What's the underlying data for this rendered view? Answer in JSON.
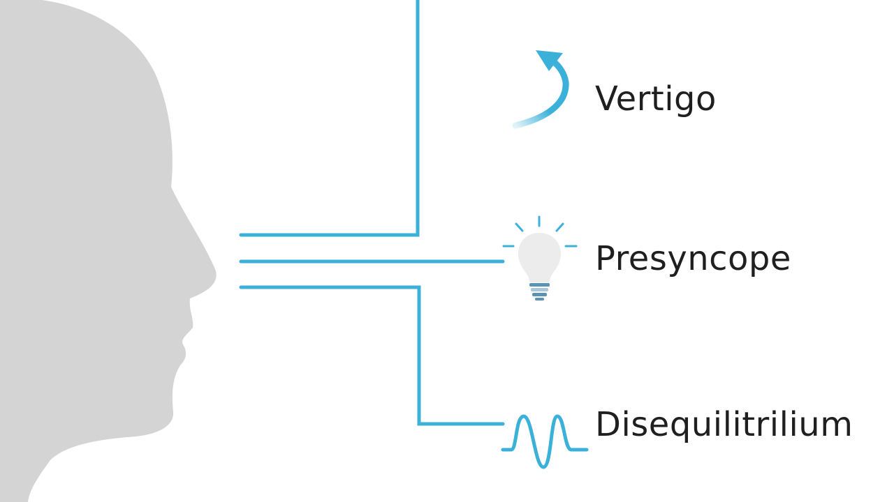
{
  "labels": {
    "vertigo": "Vertigo",
    "presyncope": "Presyncope",
    "disequilibrium": "Disequilitrilium"
  },
  "colors": {
    "silhouette": "#d4d4d4",
    "connector": "#3bb1da",
    "text": "#1f1f1f",
    "bulb": "#ececec",
    "bulb_base": "#5a93b4"
  },
  "icons": {
    "vertigo": "curved-arrow-icon",
    "presyncope": "lightbulb-icon",
    "disequilibrium": "wave-icon"
  }
}
